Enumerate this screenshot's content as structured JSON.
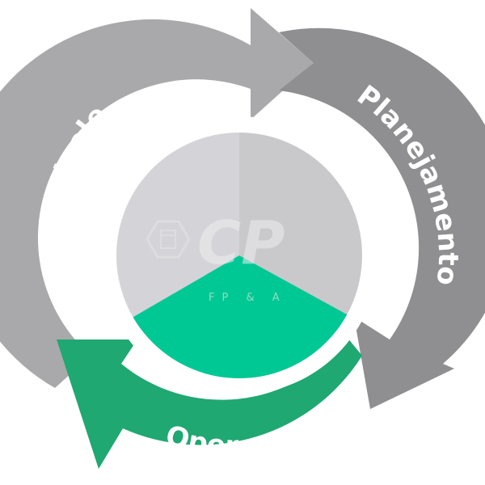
{
  "diagram": {
    "stages": [
      {
        "label": "Planejamento",
        "color": "#8f8f91"
      },
      {
        "label": "Operação",
        "color": "#1fa872"
      },
      {
        "label": "Controle",
        "color": "#a9a9ab"
      }
    ],
    "center": {
      "sector_colors": [
        "#d4d4d8",
        "#c9c9cc",
        "#00c895"
      ]
    },
    "logo": {
      "mark": "CP",
      "subtitle": "FP & A",
      "icon": "chess-rook-shield-icon"
    }
  }
}
